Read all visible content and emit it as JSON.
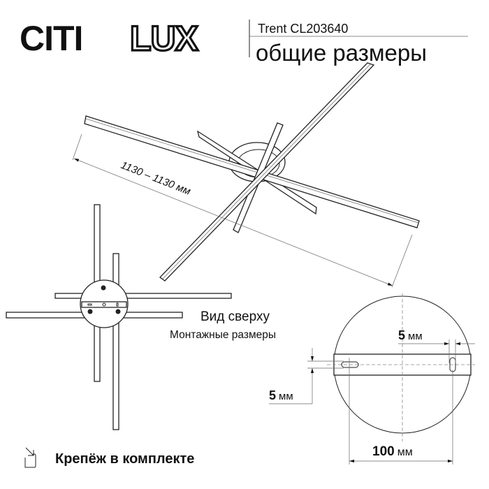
{
  "header": {
    "brand_logo": "CITILUX",
    "brand_part_solid": "CITI",
    "brand_part_outline": "LUX",
    "model": "Trent CL203640",
    "subtitle": "общие размеры"
  },
  "main_view": {
    "dimension_label": "1130 – 1130 мм"
  },
  "top_view": {
    "title": "Вид сверху",
    "subtitle": "Монтажные размеры"
  },
  "mount_detail": {
    "slot_offset_right": {
      "value": "5",
      "unit": "мм"
    },
    "slot_width_left": {
      "value": "5",
      "unit": "мм"
    },
    "slot_spacing": {
      "value": "100",
      "unit": "мм"
    }
  },
  "footer": {
    "icon": "arrow-into-box-icon",
    "label": "Крепёж в комплекте"
  },
  "colors": {
    "ink": "#111111"
  }
}
